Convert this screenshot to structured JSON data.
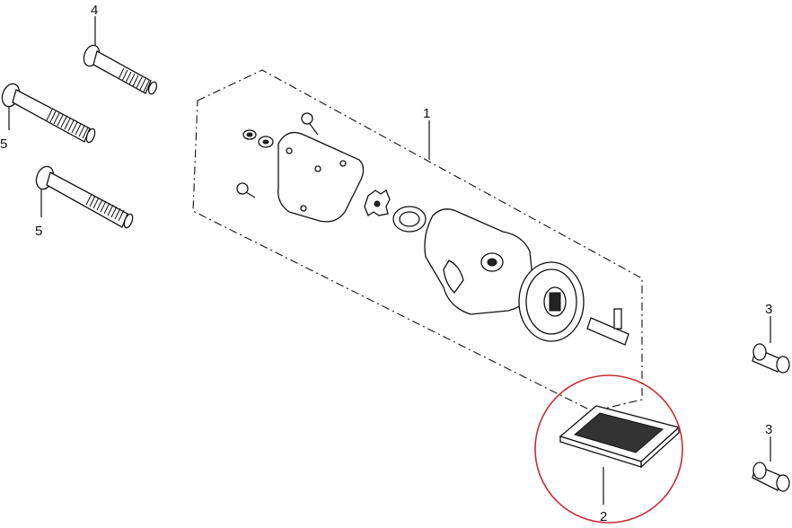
{
  "callouts": {
    "c1": "1",
    "c2": "2",
    "c3a": "3",
    "c3b": "3",
    "c4": "4",
    "c5a": "5",
    "c5b": "5"
  },
  "highlight_color": "#cc2a36"
}
